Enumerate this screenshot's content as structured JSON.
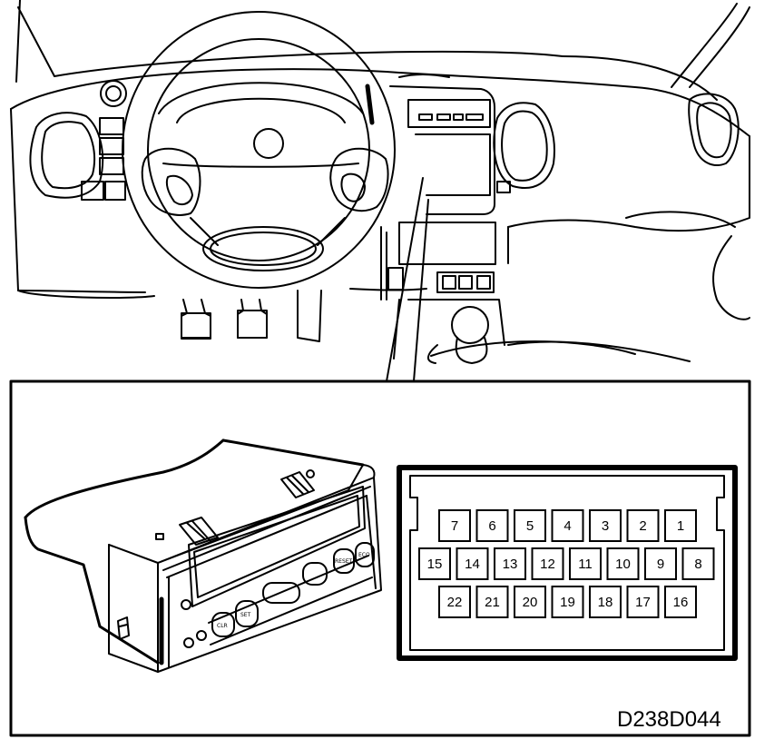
{
  "diagram": {
    "reference_code": "D238D044",
    "connector": {
      "pins_top_row": [
        "7",
        "6",
        "5",
        "4",
        "3",
        "2",
        "1"
      ],
      "pins_middle_row": [
        "15",
        "14",
        "13",
        "12",
        "11",
        "10",
        "9",
        "8"
      ],
      "pins_bottom_row": [
        "22",
        "21",
        "20",
        "19",
        "18",
        "17",
        "16"
      ]
    },
    "unit_buttons": {
      "left": [
        "CLR",
        "SET"
      ],
      "right": [
        "RESET",
        "ECO"
      ]
    }
  }
}
